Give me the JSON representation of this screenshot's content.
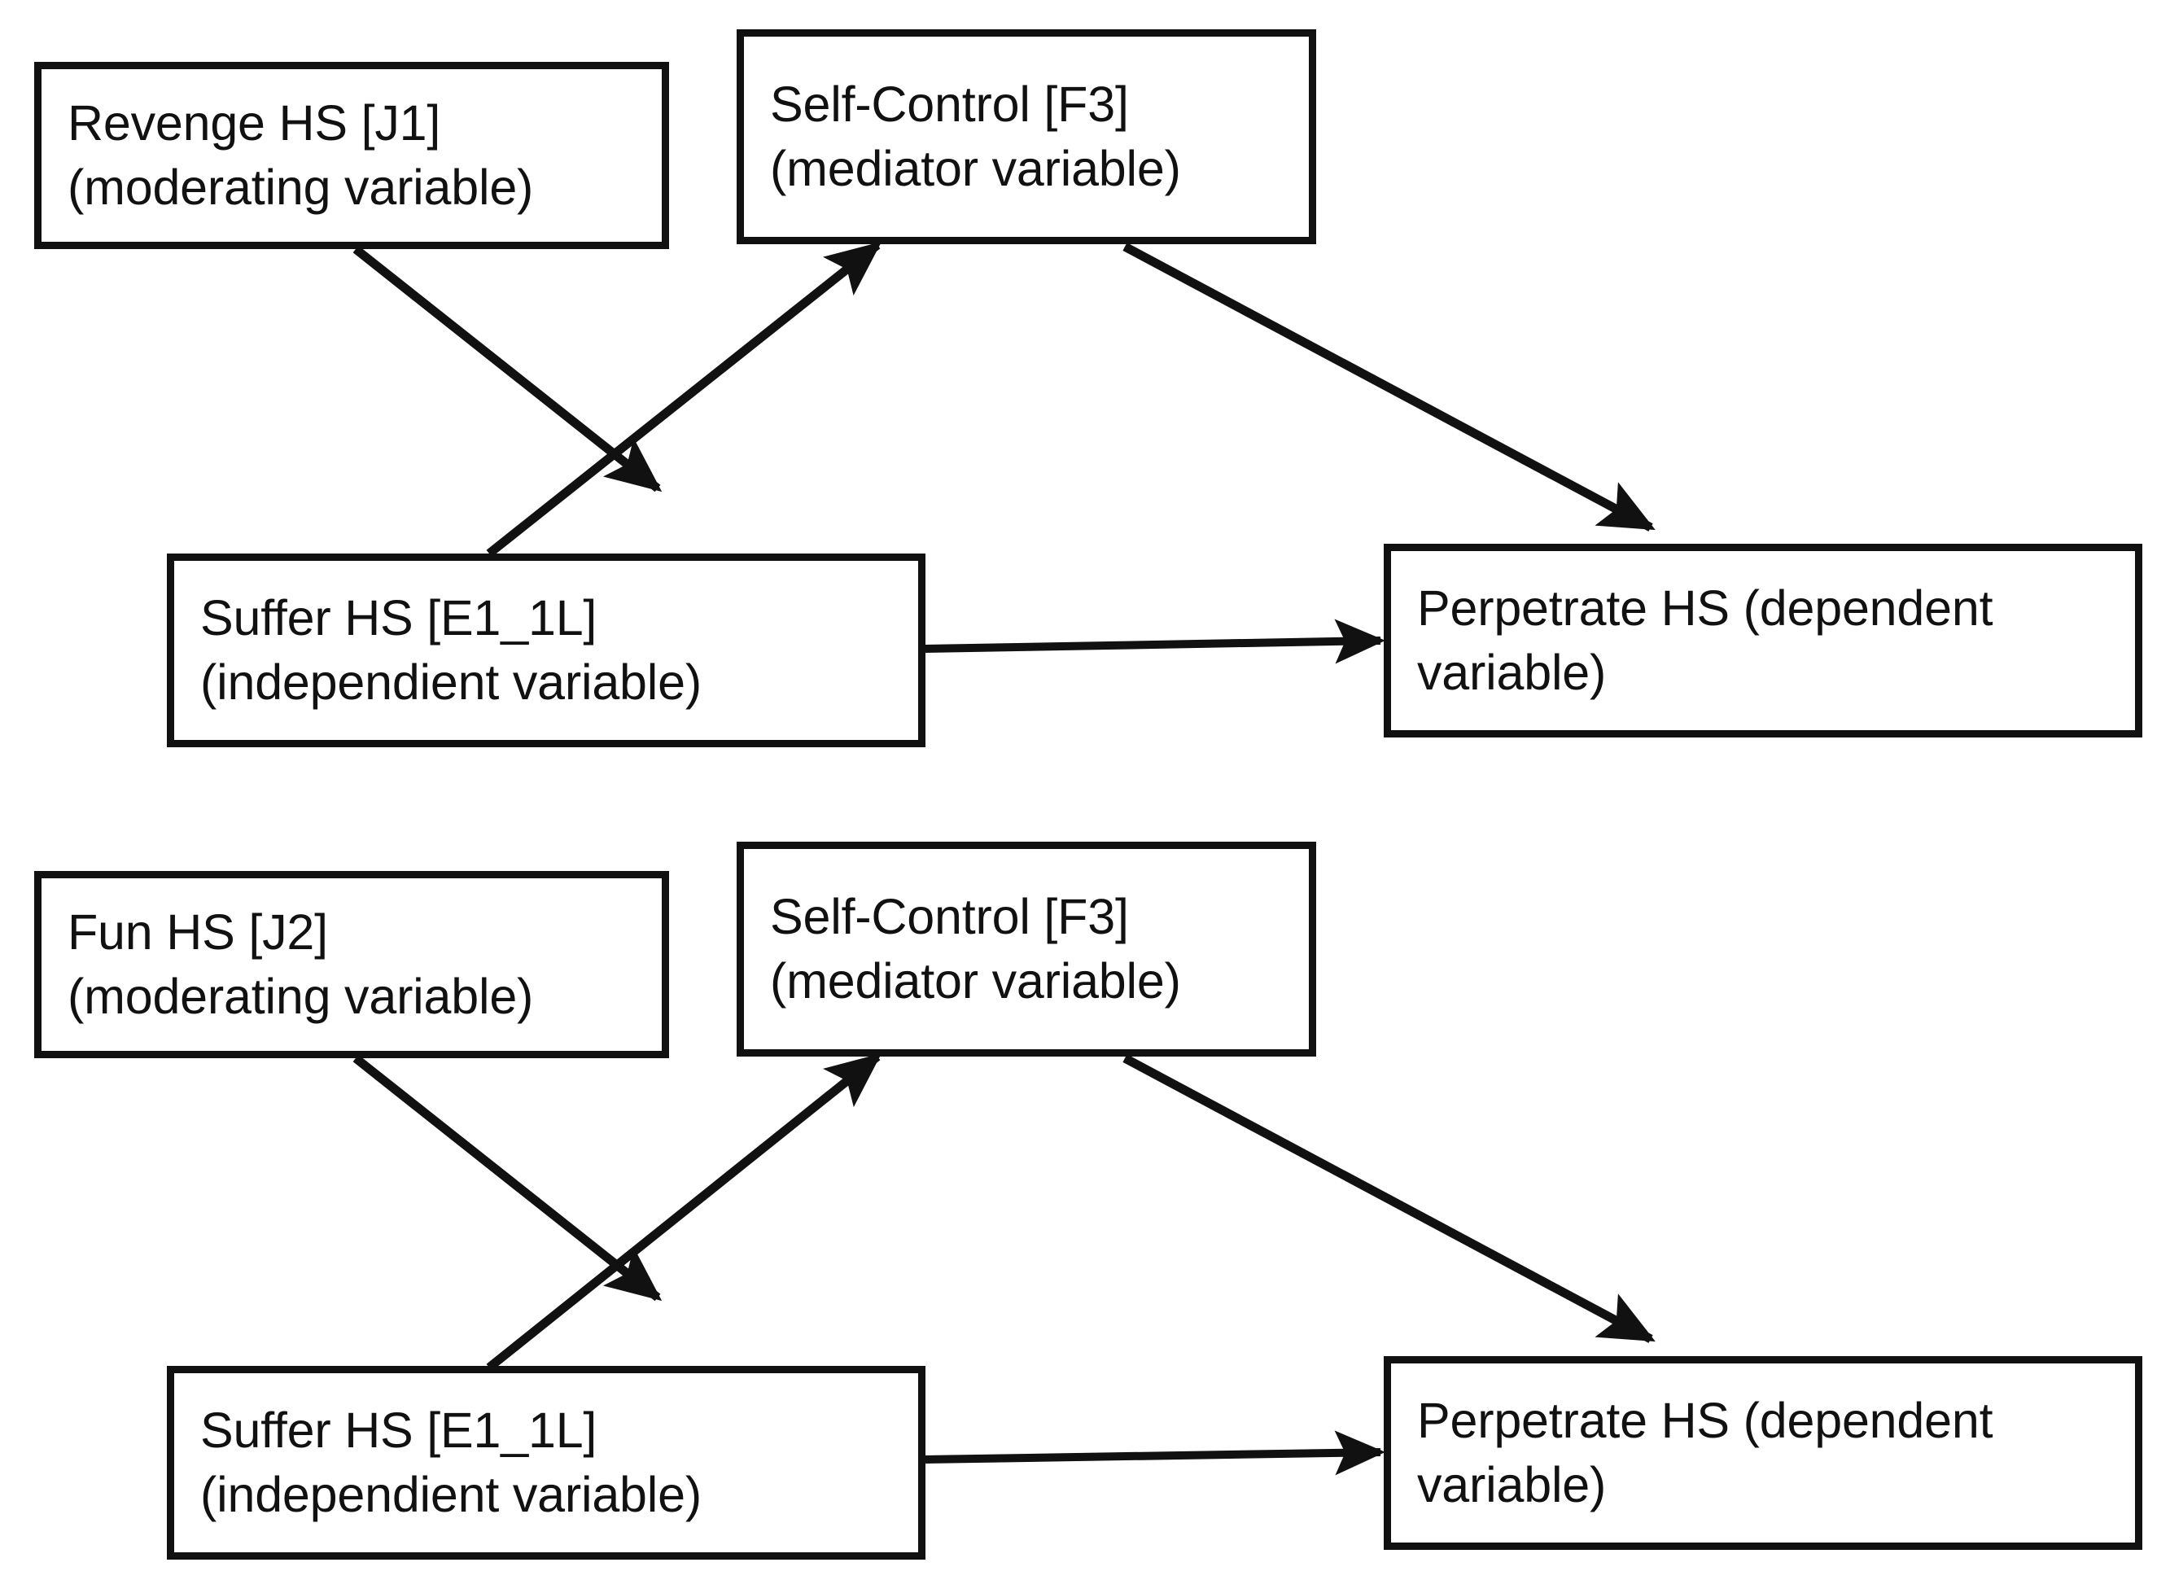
{
  "figure": {
    "type": "moderated-mediation-path-diagram",
    "panel_count": 2,
    "ink_color": "#111111",
    "background_color": "#ffffff"
  },
  "panels": [
    {
      "id": "panel-1",
      "nodes": {
        "moderator": {
          "label_line1": "Revenge HS [J1]",
          "label_line2": "(moderating variable)",
          "role": "moderating variable"
        },
        "mediator": {
          "label_line1": "Self-Control [F3]",
          "label_line2": "(mediator variable)",
          "role": "mediator variable"
        },
        "independent": {
          "label_line1": "Suffer HS [E1_1L]",
          "label_line2": "(independient variable)",
          "role": "independient variable"
        },
        "dependent": {
          "label_line1": "Perpetrate HS (dependent",
          "label_line2": "variable)",
          "role": "dependent variable"
        }
      },
      "edges": [
        {
          "from": "independent",
          "to": "mediator",
          "kind": "direct-path"
        },
        {
          "from": "mediator",
          "to": "dependent",
          "kind": "direct-path"
        },
        {
          "from": "independent",
          "to": "dependent",
          "kind": "direct-path"
        },
        {
          "from": "moderator",
          "to": "independent-to-mediator-path",
          "kind": "moderation-path"
        }
      ]
    },
    {
      "id": "panel-2",
      "nodes": {
        "moderator": {
          "label_line1": "Fun HS [J2]",
          "label_line2": "(moderating variable)",
          "role": "moderating variable"
        },
        "mediator": {
          "label_line1": "Self-Control [F3]",
          "label_line2": "(mediator variable)",
          "role": "mediator variable"
        },
        "independent": {
          "label_line1": "Suffer HS [E1_1L]",
          "label_line2": "(independient variable)",
          "role": "independient variable"
        },
        "dependent": {
          "label_line1": "Perpetrate HS (dependent",
          "label_line2": "variable)",
          "role": "dependent variable"
        }
      },
      "edges": [
        {
          "from": "independent",
          "to": "mediator",
          "kind": "direct-path"
        },
        {
          "from": "mediator",
          "to": "dependent",
          "kind": "direct-path"
        },
        {
          "from": "independent",
          "to": "dependent",
          "kind": "direct-path"
        },
        {
          "from": "moderator",
          "to": "independent-to-mediator-path",
          "kind": "moderation-path"
        }
      ]
    }
  ]
}
